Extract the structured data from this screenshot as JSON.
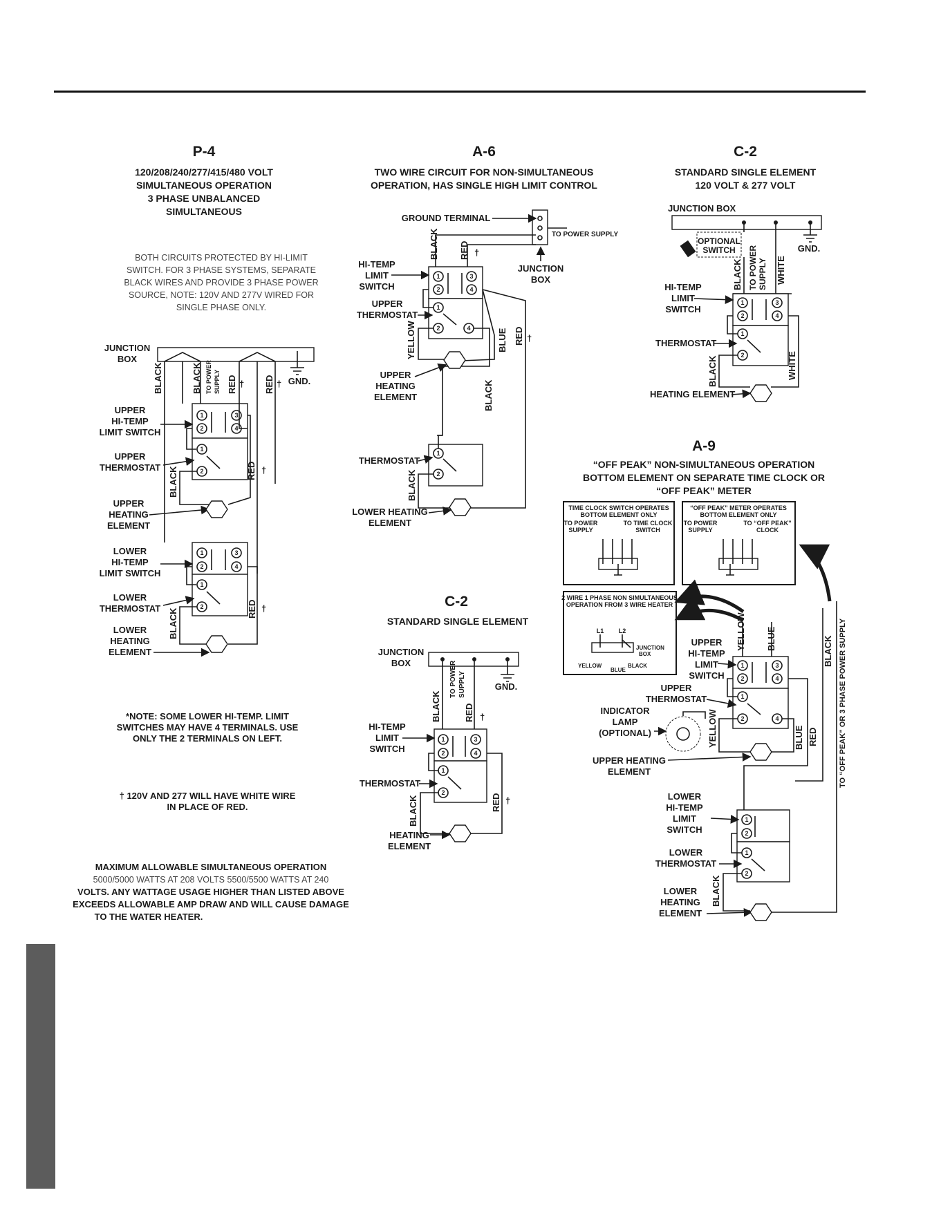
{
  "p4": {
    "id": "P-4",
    "sub": [
      "120/208/240/277/415/480 VOLT",
      "SIMULTANEOUS OPERATION",
      "3 PHASE UNBALANCED",
      "SIMULTANEOUS"
    ],
    "note": [
      "BOTH CIRCUITS PROTECTED BY HI-LIMIT",
      "SWITCH. FOR 3 PHASE SYSTEMS, SEPARATE",
      "BLACK WIRES AND PROVIDE 3 PHASE POWER",
      "SOURCE, NOTE: 120V AND 277V WIRED FOR",
      "SINGLE PHASE ONLY."
    ],
    "junction": [
      "JUNCTION",
      "BOX"
    ],
    "gnd": "GND.",
    "supply": [
      "TO POWER",
      "SUPPLY"
    ],
    "upper_switch": [
      "UPPER",
      "HI-TEMP",
      "LIMIT SWITCH"
    ],
    "upper_thermo": [
      "UPPER",
      "THERMOSTAT"
    ],
    "upper_element": [
      "UPPER",
      "HEATING",
      "ELEMENT"
    ],
    "lower_switch": [
      "LOWER",
      "HI-TEMP",
      "LIMIT SWITCH"
    ],
    "lower_thermo": [
      "LOWER",
      "THERMOSTAT"
    ],
    "lower_element": [
      "LOWER",
      "HEATING",
      "ELEMENT"
    ],
    "note_star": [
      "*NOTE: SOME LOWER HI-TEMP. LIMIT",
      "SWITCHES MAY HAVE 4 TERMINALS. USE",
      "ONLY THE 2 TERMINALS ON LEFT."
    ],
    "note_dagger": [
      "† 120V AND 277 WILL HAVE WHITE WIRE",
      "IN PLACE OF RED."
    ],
    "max_title": "MAXIMUM  ALLOWABLE SIMULTANEOUS OPERATION",
    "max_lines": [
      "5000/5000 WATTS AT 208 VOLTS 5500/5500 WATTS AT 240",
      "VOLTS. ANY WATTAGE USAGE HIGHER THAN LISTED ABOVE",
      "EXCEEDS ALLOWABLE AMP DRAW AND WILL CAUSE DAMAGE",
      "TO THE WATER HEATER."
    ]
  },
  "a6": {
    "id": "A-6",
    "sub": [
      "TWO WIRE CIRCUIT FOR NON-SIMULTANEOUS",
      "OPERATION, HAS SINGLE HIGH LIMIT CONTROL"
    ],
    "ground": "GROUND TERMINAL",
    "supply": "TO POWER SUPPLY",
    "junction": [
      "JUNCTION",
      "BOX"
    ],
    "switch": [
      "HI-TEMP",
      "LIMIT",
      "SWITCH"
    ],
    "upper_thermo": [
      "UPPER",
      "THERMOSTAT"
    ],
    "upper_element": [
      "UPPER",
      "HEATING",
      "ELEMENT"
    ],
    "thermo": "THERMOSTAT",
    "lower_element": [
      "LOWER HEATING",
      "ELEMENT"
    ]
  },
  "c2a": {
    "id": "C-2",
    "sub": [
      "STANDARD SINGLE ELEMENT",
      "120 VOLT & 277 VOLT"
    ],
    "junction": "JUNCTION BOX",
    "optional": [
      "OPTIONAL",
      "SWITCH"
    ],
    "supply": [
      "TO POWER",
      "SUPPLY"
    ],
    "gnd": "GND.",
    "switch": [
      "HI-TEMP",
      "LIMIT",
      "SWITCH"
    ],
    "thermo": "THERMOSTAT",
    "element": "HEATING ELEMENT"
  },
  "c2b": {
    "id": "C-2",
    "sub": "STANDARD SINGLE ELEMENT",
    "junction": [
      "JUNCTION",
      "BOX"
    ],
    "supply": [
      "TO POWER",
      "SUPPLY"
    ],
    "gnd": "GND.",
    "switch": [
      "HI-TEMP",
      "LIMIT",
      "SWITCH"
    ],
    "thermo": "THERMOSTAT",
    "element": [
      "HEATING",
      "ELEMENT"
    ]
  },
  "a9": {
    "id": "A-9",
    "sub": [
      "“OFF PEAK” NON-SIMULTANEOUS OPERATION",
      "BOTTOM ELEMENT ON SEPARATE TIME CLOCK OR",
      "“OFF PEAK” METER"
    ],
    "box1": {
      "title": [
        "TIME CLOCK SWITCH OPERATES",
        "BOTTOM ELEMENT ONLY"
      ],
      "left": [
        "TO POWER",
        "SUPPLY"
      ],
      "right": [
        "TO TIME CLOCK",
        "SWITCH"
      ]
    },
    "box2": {
      "title": [
        "“OFF PEAK” METER OPERATES",
        "BOTTOM ELEMENT ONLY"
      ],
      "left": [
        "TO POWER",
        "SUPPLY"
      ],
      "right": [
        "TO “OFF PEAK”",
        "CLOCK"
      ]
    },
    "box3": {
      "title": [
        "2 WIRE 1 PHASE NON SIMULTANEOUS",
        "OPERATION FROM 3 WIRE HEATER"
      ],
      "jb": [
        "JUNCTION",
        "BOX"
      ],
      "yellow": "YELLOW",
      "blue": "BLUE",
      "black": "BLACK"
    },
    "upper_switch": [
      "UPPER",
      "HI-TEMP",
      "LIMIT",
      "SWITCH"
    ],
    "upper_thermo": [
      "UPPER",
      "THERMOSTAT"
    ],
    "lamp": [
      "INDICATOR",
      "LAMP",
      "(OPTIONAL)"
    ],
    "upper_element": [
      "UPPER HEATING",
      "ELEMENT"
    ],
    "lower_switch": [
      "LOWER",
      "HI-TEMP",
      "LIMIT",
      "SWITCH"
    ],
    "lower_thermo": [
      "LOWER",
      "THERMOSTAT"
    ],
    "lower_element": [
      "LOWER",
      "HEATING",
      "ELEMENT"
    ],
    "supply_vertical": "TO “OFF PEAK” OR 3 PHASE POWER SUPPLY"
  },
  "wires": {
    "black": "BLACK",
    "red": "RED",
    "yellow": "YELLOW",
    "blue": "BLUE",
    "white": "WHITE",
    "dagger": "†"
  },
  "terminals": [
    "1",
    "2",
    "3",
    "4"
  ],
  "l_labels": [
    "L1",
    "L2"
  ]
}
